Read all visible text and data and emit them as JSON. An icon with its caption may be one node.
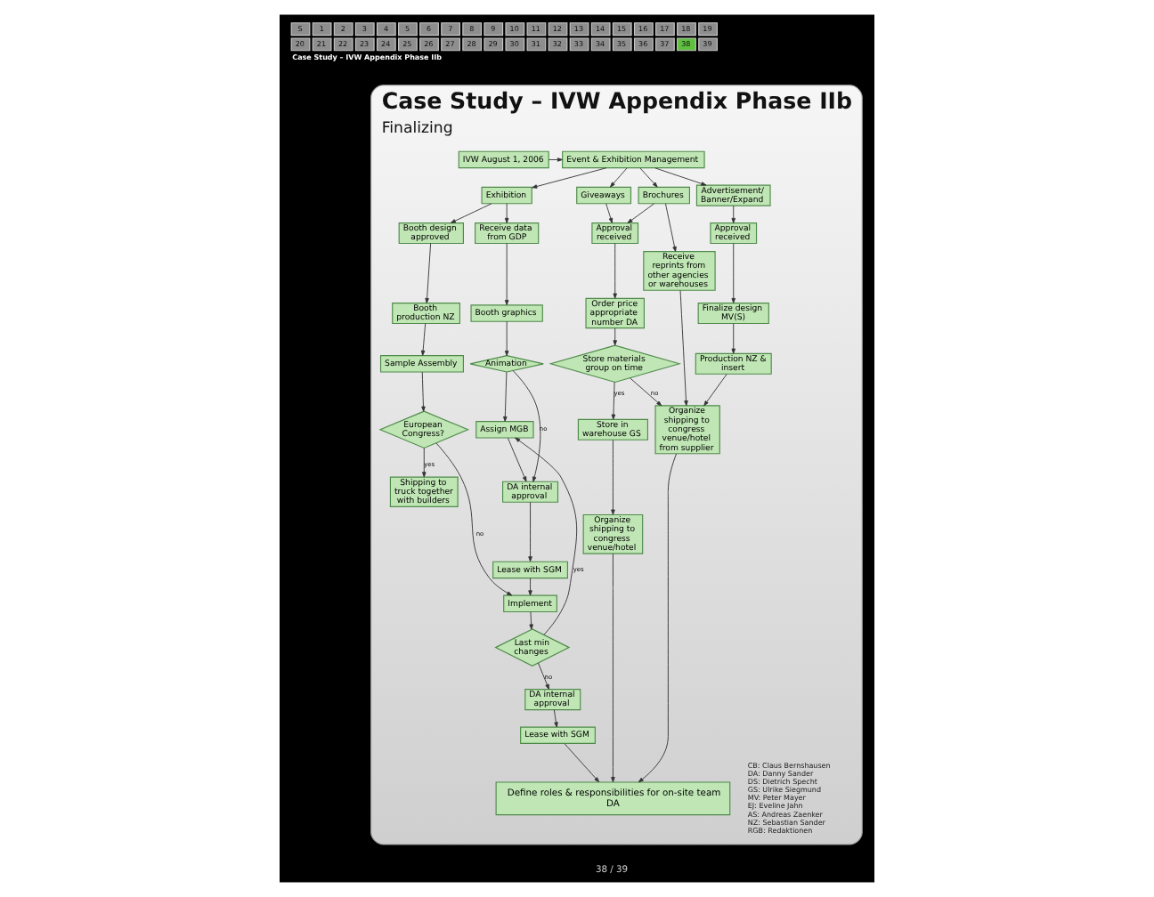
{
  "diagram": {
    "nodes": [
      {
        "text": [
          "Case Study – IVW Appendix Phase IIb",
          "Finalizing"
        ]
      },
      {
        "text": [
          "IVW August 1, 2006"
        ],
        "in": 0
      },
      {
        "text": [
          "Event & Exhibition Management"
        ],
        "in": 0
      },
      {
        "text": [
          "Exhibition"
        ],
        "in": 0
      },
      {
        "text": [
          "Giveaways"
        ],
        "in": 0
      },
      {
        "text": [
          "Brochures"
        ],
        "in": 0
      },
      {
        "text": [
          "Advertisement/ Banner/Expand"
        ],
        "in": 0
      },
      {
        "text": [
          "Booth design approved"
        ],
        "in": 0
      },
      {
        "text": [
          "Booth production NZ"
        ],
        "in": 0
      },
      {
        "text": [
          "Sample Assembly"
        ],
        "in": 0
      },
      {
        "text": [
          "European Congress?"
        ],
        "in": 0
      },
      {
        "text": [
          "Shipping to truck together with builders"
        ],
        "in": 0
      },
      {
        "text": [
          "Receive data from GDP"
        ],
        "in": 0
      },
      {
        "text": [
          "Booth graphics"
        ],
        "in": 0
      },
      {
        "text": [
          "Animation"
        ],
        "in": 0
      },
      {
        "text": [
          "Assign MGB"
        ],
        "in": 0
      },
      {
        "text": [
          "DA internal approval"
        ],
        "in": 0
      },
      {
        "text": [
          "Lease with SGM"
        ],
        "in": 0
      },
      {
        "text": [
          "Implement"
        ],
        "in": 0
      },
      {
        "text": [
          "Last min changes"
        ],
        "in": 0
      },
      {
        "text": [
          "DA internal approval"
        ],
        "in": 0
      },
      {
        "text": [
          "Lease with SGM"
        ],
        "in": 0
      },
      {
        "text": [
          "Approval received"
        ],
        "in": 0
      },
      {
        "text": [
          "Order price appropriate number DA"
        ],
        "in": 0
      },
      {
        "text": [
          "Store materials group on time"
        ],
        "in": 0
      },
      {
        "text": [
          "Store in warehouse GS"
        ],
        "in": 0
      },
      {
        "text": [
          "Organize shipping to congress venue/hotel"
        ],
        "in": 0
      },
      {
        "text": [
          "Receive reprints from other agencies or warehouses"
        ],
        "in": 0
      },
      {
        "text": [
          "Organize shipping to congress venue/hotel from supplier"
        ],
        "in": 0
      },
      {
        "text": [
          "Approval received"
        ],
        "in": 0
      },
      {
        "text": [
          "Finalize design MV(S)"
        ],
        "in": 0
      },
      {
        "text": [
          "Production NZ & insert"
        ],
        "in": 0
      },
      {
        "text": [
          "Define roles & responsibilities for on-site team DA"
        ],
        "in": 0
      }
    ],
    "edges": [
      {
        "from": 1,
        "to": 2,
        "arrow": "to"
      },
      {
        "from": 2,
        "to": 3,
        "arrow": "to"
      },
      {
        "from": 2,
        "to": 4,
        "arrow": "to"
      },
      {
        "from": 2,
        "to": 5,
        "arrow": "to"
      },
      {
        "from": 2,
        "to": 6,
        "arrow": "to"
      },
      {
        "from": 3,
        "to": 7,
        "arrow": "to"
      },
      {
        "from": 3,
        "to": 12,
        "arrow": "to"
      },
      {
        "from": 7,
        "to": 8,
        "arrow": "to"
      },
      {
        "from": 8,
        "to": 9,
        "arrow": "to"
      },
      {
        "from": 9,
        "to": 10,
        "arrow": "to"
      },
      {
        "from": 10,
        "to": 11,
        "label": "yes",
        "arrow": "to"
      },
      {
        "from": 10,
        "to": 18,
        "label": "no",
        "arrow": "to"
      },
      {
        "from": 12,
        "to": 13,
        "arrow": "to"
      },
      {
        "from": 13,
        "to": 14,
        "arrow": "to"
      },
      {
        "from": 14,
        "to": 15,
        "arrow": "to"
      },
      {
        "from": 14,
        "to": 16,
        "label": "no",
        "arrow": "to"
      },
      {
        "from": 15,
        "to": 16,
        "arrow": "to"
      },
      {
        "from": 16,
        "to": 17,
        "arrow": "to"
      },
      {
        "from": 17,
        "to": 18,
        "arrow": "to"
      },
      {
        "from": 18,
        "to": 19,
        "arrow": "to"
      },
      {
        "from": 19,
        "to": 15,
        "label": "yes",
        "arrow": "to"
      },
      {
        "from": 19,
        "to": 20,
        "label": "no",
        "arrow": "to"
      },
      {
        "from": 20,
        "to": 21,
        "arrow": "to"
      },
      {
        "from": 21,
        "to": 32,
        "arrow": "to"
      },
      {
        "from": 4,
        "to": 22,
        "arrow": "to"
      },
      {
        "from": 5,
        "to": 22,
        "arrow": "to"
      },
      {
        "from": 22,
        "to": 23,
        "arrow": "to"
      },
      {
        "from": 23,
        "to": 24,
        "arrow": "to"
      },
      {
        "from": 24,
        "to": 25,
        "label": "yes",
        "arrow": "to"
      },
      {
        "from": 24,
        "to": 28,
        "label": "no",
        "arrow": "to"
      },
      {
        "from": 25,
        "to": 26,
        "arrow": "to"
      },
      {
        "from": 26,
        "to": 32,
        "arrow": "to"
      },
      {
        "from": 5,
        "to": 27,
        "arrow": "to"
      },
      {
        "from": 27,
        "to": 28,
        "arrow": "to"
      },
      {
        "from": 28,
        "to": 32,
        "arrow": "to"
      },
      {
        "from": 6,
        "to": 29,
        "arrow": "to"
      },
      {
        "from": 29,
        "to": 30,
        "arrow": "to"
      },
      {
        "from": 30,
        "to": 31,
        "arrow": "to"
      },
      {
        "from": 31,
        "to": 28,
        "arrow": "to"
      }
    ],
    "labels": [
      "S",
      "1",
      "2",
      "3",
      "4",
      "5",
      "6",
      "7",
      "8",
      "9",
      "10",
      "11",
      "12",
      "13",
      "14",
      "15",
      "16",
      "17",
      "18",
      "19",
      "20",
      "21",
      "22",
      "23",
      "24",
      "25",
      "26",
      "27",
      "28",
      "29",
      "30",
      "31",
      "32",
      "33",
      "34",
      "35",
      "36",
      "37",
      "38",
      "39",
      "Case Study – IVW Appendix Phase IIb",
      "CB: Claus Bernshausen",
      "DA: Danny Sander",
      "DS: Dietrich Specht",
      "GS: Ulrike Siegmund",
      "MV: Peter Mayer",
      "EJ: Eveline Jahn",
      "AS: Andreas Zaenker",
      "NZ: Sebastian Sander",
      "RGB: Redaktionen",
      "38 / 39"
    ]
  }
}
